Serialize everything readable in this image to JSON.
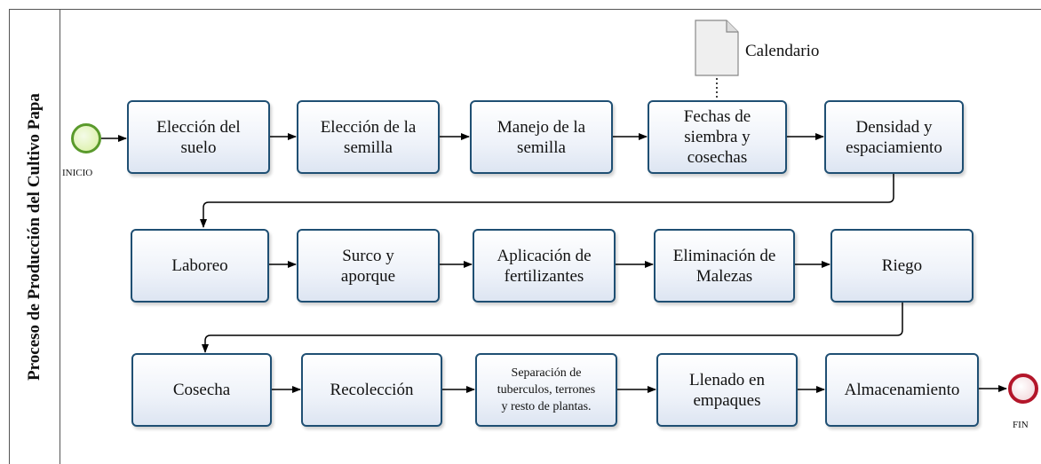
{
  "lane": {
    "title": "Proceso  de Producción del Cultivo Papa"
  },
  "events": {
    "start_label": "INICIO",
    "end_label": "FIN"
  },
  "artifact": {
    "label": "Calendario"
  },
  "rows": [
    [
      "Elección del\nsuelo",
      "Elección de la\nsemilla",
      "Manejo de la\nsemilla",
      "Fechas de\nsiembra y\ncosechas",
      "Densidad  y\nespaciamiento"
    ],
    [
      "Laboreo",
      "Surco y\naporque",
      "Aplicación de\nfertilizantes",
      "Eliminación de\nMalezas",
      "Riego"
    ],
    [
      "Cosecha",
      "Recolección",
      "Separación de\ntuberculos, terrones\ny resto de plantas.",
      "Llenado en\nempaques",
      "Almacenamiento"
    ]
  ]
}
